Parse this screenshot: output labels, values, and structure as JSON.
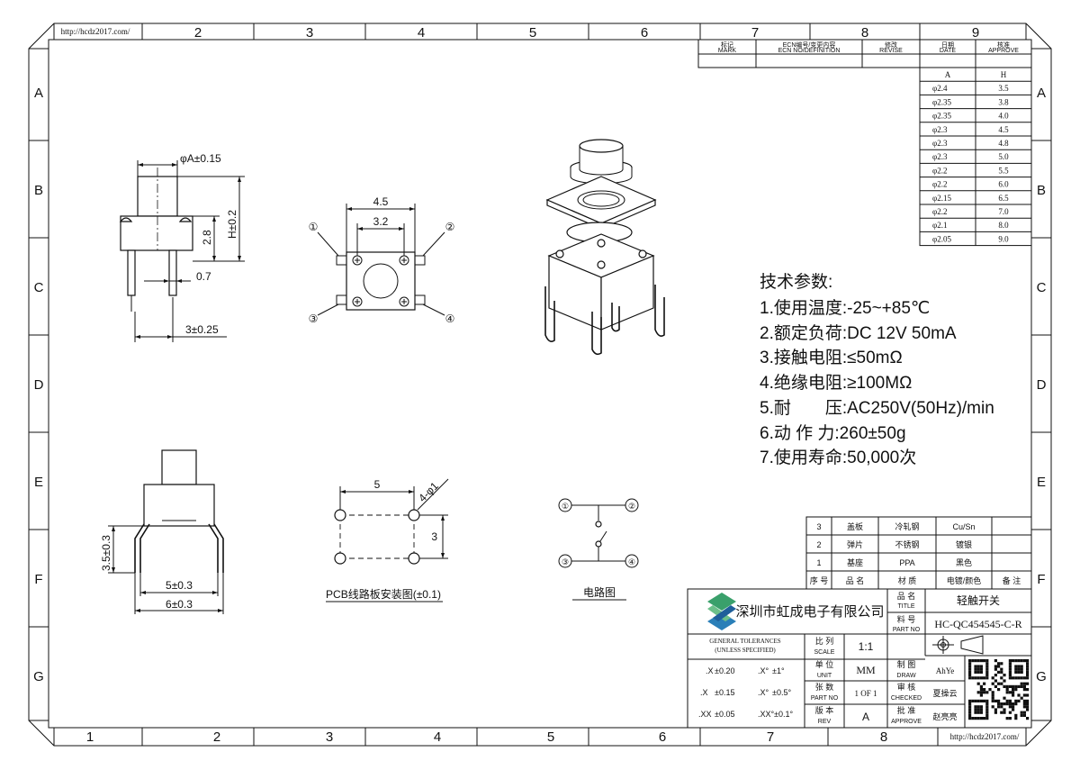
{
  "url_top": "http://hcdz2017.com/",
  "url_bottom": "http://hcdz2017.com/",
  "zones_top": [
    "2",
    "3",
    "4",
    "5",
    "6",
    "7",
    "8",
    "9"
  ],
  "zones_bottom": [
    "1",
    "2",
    "3",
    "4",
    "5",
    "6",
    "7",
    "8"
  ],
  "zones_side": [
    "A",
    "B",
    "C",
    "D",
    "E",
    "F",
    "G"
  ],
  "rev_header": {
    "mark_cn": "标记",
    "mark_en": "MARK",
    "ecn_cn": "ECN编号/变更内容",
    "ecn_en": "ECN NO/DEFINITION",
    "revise_cn": "修改",
    "revise_en": "REVISE",
    "date_cn": "日期",
    "date_en": "DATE",
    "approve_cn": "核准",
    "approve_en": "APPROVE"
  },
  "dim_table": {
    "headers": [
      "A",
      "H"
    ],
    "rows": [
      [
        "φ2.4",
        "3.5"
      ],
      [
        "φ2.35",
        "3.8"
      ],
      [
        "φ2.35",
        "4.0"
      ],
      [
        "φ2.3",
        "4.5"
      ],
      [
        "φ2.3",
        "4.8"
      ],
      [
        "φ2.3",
        "5.0"
      ],
      [
        "φ2.2",
        "5.5"
      ],
      [
        "φ2.2",
        "6.0"
      ],
      [
        "φ2.15",
        "6.5"
      ],
      [
        "φ2.2",
        "7.0"
      ],
      [
        "φ2.1",
        "8.0"
      ],
      [
        "φ2.05",
        "9.0"
      ]
    ]
  },
  "specs": {
    "title": "技术参数:",
    "items": [
      "1.使用温度:-25~+85℃",
      "2.额定负荷:DC 12V 50mA",
      "3.接触电阻:≤50mΩ",
      "4.绝缘电阻:≥100MΩ",
      "5.耐　　压:AC250V(50Hz)/min",
      "6.动 作 力:260±50g",
      "7.使用寿命:50,000次"
    ]
  },
  "side_dims": {
    "phiA": "φA±0.15",
    "h": "H±0.2",
    "d28": "2.8",
    "d07": "0.7",
    "d3": "3±0.25"
  },
  "top_dims": {
    "d45": "4.5",
    "d32": "3.2",
    "p1": "①",
    "p2": "②",
    "p3": "③",
    "p4": "④"
  },
  "front_dims": {
    "d35": "3.5±0.3",
    "d5": "5±0.3",
    "d6": "6±0.3"
  },
  "pcb": {
    "d5": "5",
    "d3": "3",
    "holes": "4-φ1",
    "caption": "PCB线路板安装图(±0.1)"
  },
  "circuit": {
    "caption": "电路图",
    "p1": "①",
    "p2": "②",
    "p3": "③",
    "p4": "④"
  },
  "bom": {
    "rows": [
      [
        "3",
        "盖板",
        "冷轧钢",
        "Cu/Sn",
        ""
      ],
      [
        "2",
        "弹片",
        "不锈钢",
        "镀银",
        ""
      ],
      [
        "1",
        "基座",
        "PPA",
        "黑色",
        ""
      ]
    ],
    "header": [
      "序 号",
      "品 名",
      "材 质",
      "电镀/颜色",
      "备 注"
    ]
  },
  "title_block": {
    "company": "深圳市虹成电子有限公司",
    "name_cn": "品 名",
    "name_en": "TITLE",
    "name_val": "轻触开关",
    "part_cn": "料 号",
    "part_en": "PART NO",
    "part_val": "HC-QC454545-C-R",
    "tol_line1": "GENERAL  TOLERANCES",
    "tol_line2": "(UNLESS  SPECIFIED)",
    "tol": [
      [
        ".X",
        "±0.20",
        ".X°",
        "±1°"
      ],
      [
        ".X",
        "±0.15",
        ".X°",
        "±0.5°"
      ],
      [
        ".XX",
        "±0.05",
        ".XX°",
        "±0.1°"
      ]
    ],
    "scale_cn": "比 列",
    "scale_en": "SCALE",
    "scale_val": "1:1",
    "unit_cn": "单 位",
    "unit_en": "UNIT",
    "unit_val": "MM",
    "sheet_cn": "张 数",
    "sheet_en": "PART NO",
    "sheet_val": "1 OF 1",
    "rev_cn": "版 本",
    "rev_en": "REV",
    "rev_val": "A",
    "draw_cn": "制 图",
    "draw_en": "DRAW",
    "draw_val": "AhYe",
    "check_cn": "审 核",
    "check_en": "CHECKED",
    "check_val": "夏操云",
    "approve_cn": "批 准",
    "approve_en": "APPROVE",
    "approve_val": "赵亮亮"
  }
}
